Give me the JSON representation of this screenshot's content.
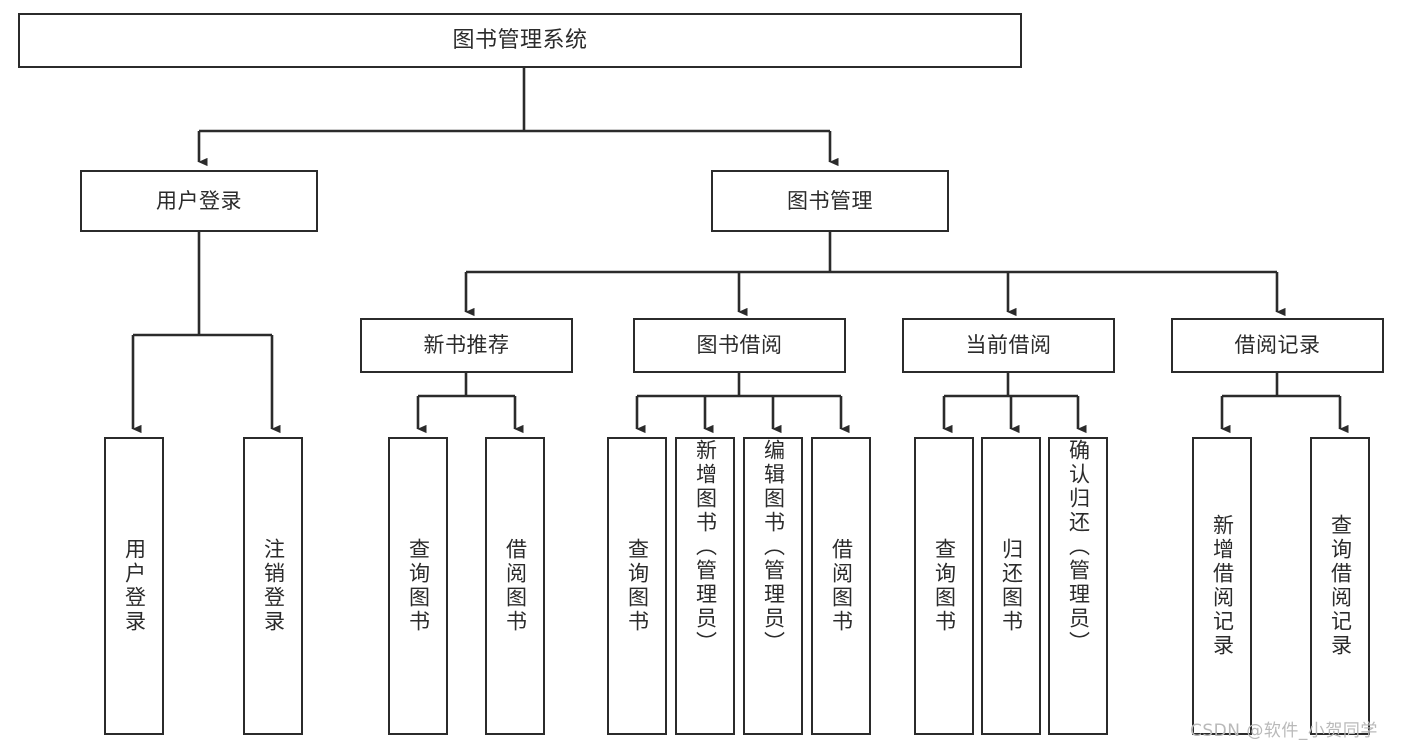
{
  "diagram": {
    "type": "tree",
    "title": "图书管理系统",
    "orientation": "top-down",
    "style": {
      "box_fill": "#ffffff",
      "box_stroke": "#2b2b2b",
      "line_color": "#2b2b2b",
      "text_color": "#2b2b2b",
      "background": "#ffffff"
    },
    "levels": [
      {
        "level": 1,
        "nodes": [
          {
            "id": "root",
            "label": "图书管理系统",
            "orientation": "horizontal"
          }
        ]
      },
      {
        "level": 2,
        "nodes": [
          {
            "id": "user-login",
            "label": "用户登录",
            "orientation": "horizontal",
            "parent": "root"
          },
          {
            "id": "book-manage",
            "label": "图书管理",
            "orientation": "horizontal",
            "parent": "root"
          }
        ]
      },
      {
        "level": 3,
        "nodes": [
          {
            "id": "new-book-rec",
            "label": "新书推荐",
            "orientation": "horizontal",
            "parent": "book-manage"
          },
          {
            "id": "book-borrow",
            "label": "图书借阅",
            "orientation": "horizontal",
            "parent": "book-manage"
          },
          {
            "id": "current-borrow",
            "label": "当前借阅",
            "orientation": "horizontal",
            "parent": "book-manage"
          },
          {
            "id": "borrow-record",
            "label": "借阅记录",
            "orientation": "horizontal",
            "parent": "book-manage"
          }
        ]
      },
      {
        "level": 4,
        "nodes": [
          {
            "id": "leaf-user-login",
            "label": "用户登录",
            "orientation": "vertical",
            "parent": "user-login"
          },
          {
            "id": "leaf-logout",
            "label": "注销登录",
            "orientation": "vertical",
            "parent": "user-login"
          },
          {
            "id": "leaf-query-book-1",
            "label": "查询图书",
            "orientation": "vertical",
            "parent": "new-book-rec"
          },
          {
            "id": "leaf-borrow-book-1",
            "label": "借阅图书",
            "orientation": "vertical",
            "parent": "new-book-rec"
          },
          {
            "id": "leaf-query-book-2",
            "label": "查询图书",
            "orientation": "vertical",
            "parent": "book-borrow"
          },
          {
            "id": "leaf-add-book",
            "label": "新增图书（管理员）",
            "orientation": "vertical",
            "parent": "book-borrow"
          },
          {
            "id": "leaf-edit-book",
            "label": "编辑图书（管理员）",
            "orientation": "vertical",
            "parent": "book-borrow"
          },
          {
            "id": "leaf-borrow-book-2",
            "label": "借阅图书",
            "orientation": "vertical",
            "parent": "book-borrow"
          },
          {
            "id": "leaf-query-book-3",
            "label": "查询图书",
            "orientation": "vertical",
            "parent": "current-borrow"
          },
          {
            "id": "leaf-return-book",
            "label": "归还图书",
            "orientation": "vertical",
            "parent": "current-borrow"
          },
          {
            "id": "leaf-confirm-return",
            "label": "确认归还（管理员）",
            "orientation": "vertical",
            "parent": "current-borrow"
          },
          {
            "id": "leaf-add-record",
            "label": "新增借阅记录",
            "orientation": "vertical",
            "parent": "borrow-record"
          },
          {
            "id": "leaf-query-record",
            "label": "查询借阅记录",
            "orientation": "vertical",
            "parent": "borrow-record"
          }
        ]
      }
    ]
  },
  "watermark": {
    "text": "CSDN @软件_小贺同学"
  }
}
